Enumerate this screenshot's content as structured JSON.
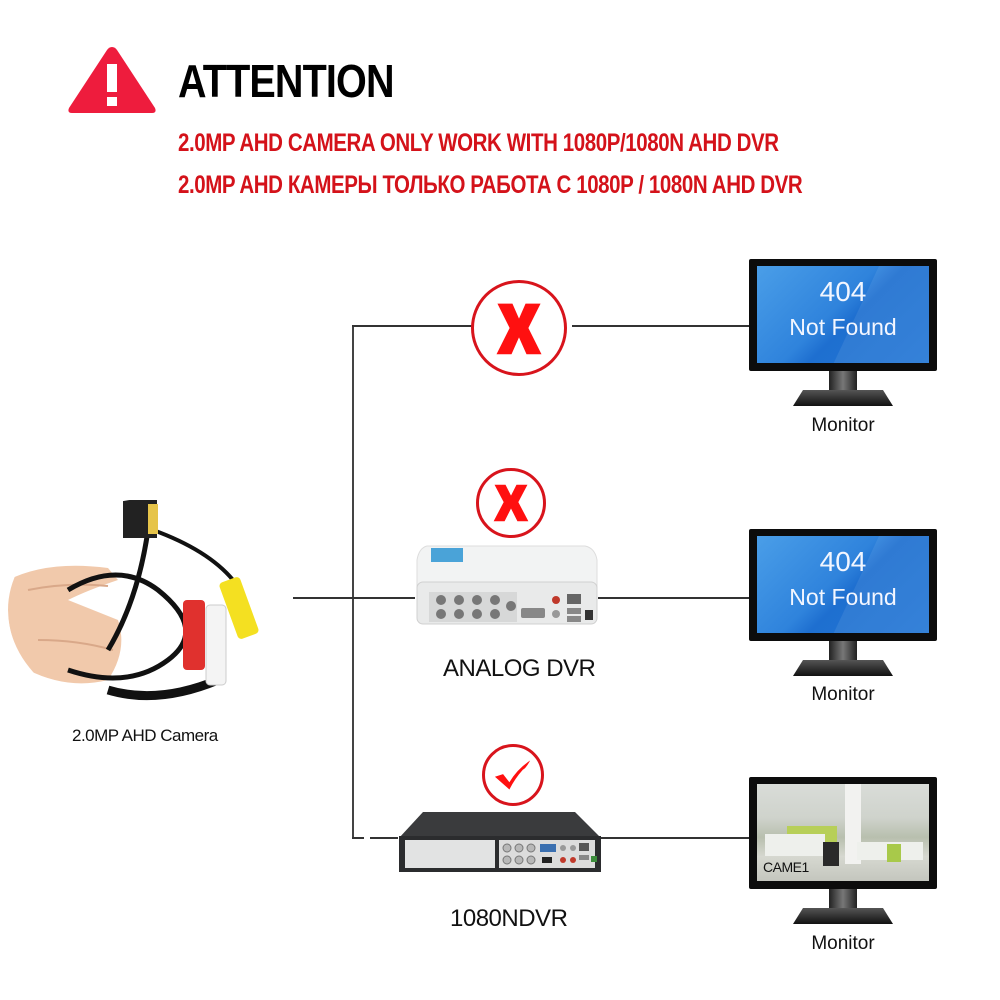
{
  "header": {
    "icon": "warning-triangle-icon",
    "title": "ATTENTION",
    "line_en": "2.0MP AHD CAMERA ONLY WORK WITH 1080P/1080N AHD DVR",
    "line_ru": "2.0MP AHD КАМЕРЫ ТОЛЬКО РАБОТА С 1080P / 1080N AHD DVR"
  },
  "colors": {
    "warning_red": "#ee1c3d",
    "text_red": "#d4121a",
    "mark_red": "#d8141c",
    "screen_blue": "#2f83dc"
  },
  "camera": {
    "caption": "2.0MP AHD Camera"
  },
  "paths": [
    {
      "id": "direct",
      "device_label": "",
      "status": "incompatible",
      "mark_icon": "x-mark-icon",
      "monitor": {
        "screen_code": "404",
        "screen_message": "Not Found",
        "label": "Monitor"
      }
    },
    {
      "id": "analog",
      "device_label": "ANALOG DVR",
      "status": "incompatible",
      "mark_icon": "x-mark-icon",
      "monitor": {
        "screen_code": "404",
        "screen_message": "Not Found",
        "label": "Monitor"
      }
    },
    {
      "id": "ahd1080n",
      "device_label": "1080NDVR",
      "status": "compatible",
      "mark_icon": "check-mark-icon",
      "monitor": {
        "screen_overlay": "CAME1",
        "label": "Monitor"
      }
    }
  ]
}
